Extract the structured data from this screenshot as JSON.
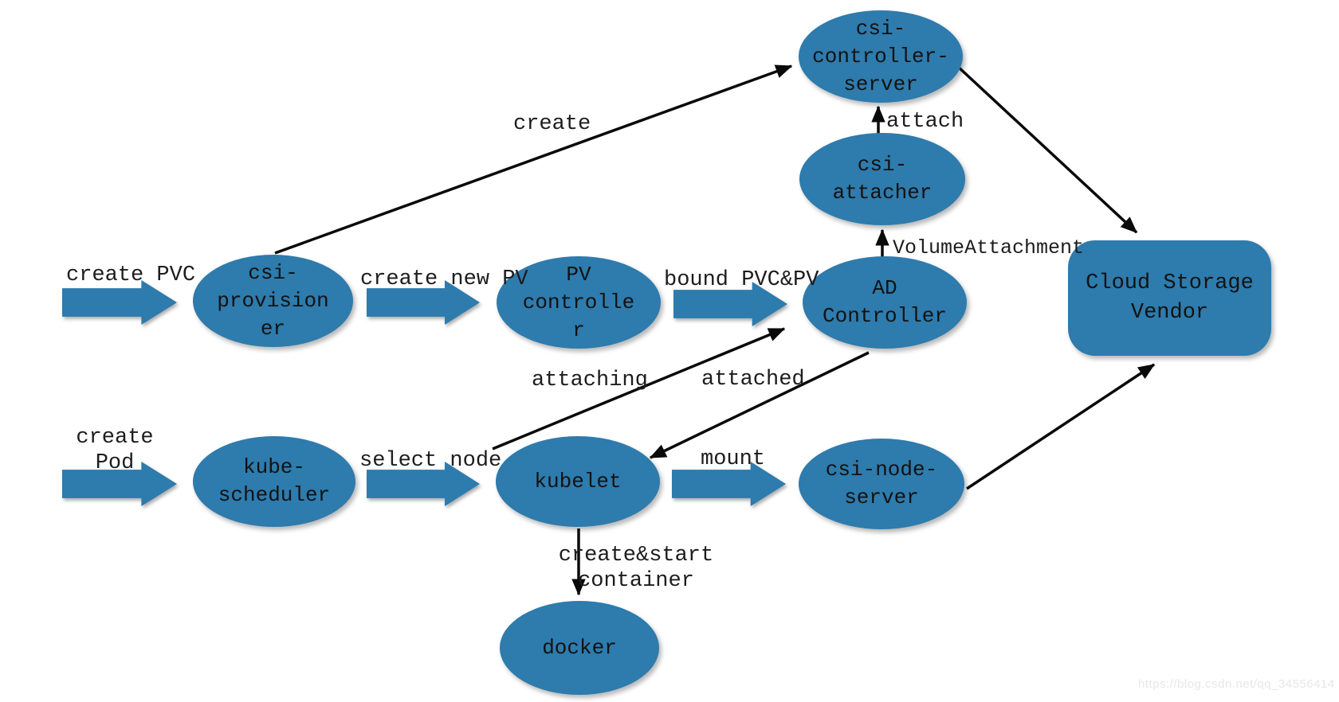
{
  "diagram": {
    "title_hint": "Kubernetes CSI volume provisioning / attach / mount flow",
    "node_fill_color": "#2E7BAD",
    "edge_color": "#0a0a0a",
    "text_color": "#121212"
  },
  "nodes": {
    "csi_controller_server": {
      "lines": [
        "csi-",
        "controller-",
        "server"
      ]
    },
    "csi_attacher": {
      "lines": [
        "csi-",
        "attacher"
      ]
    },
    "csi_provisioner": {
      "lines": [
        "csi-",
        "provision",
        "er"
      ]
    },
    "pv_controller": {
      "lines": [
        "PV",
        "controlle",
        "r"
      ]
    },
    "ad_controller": {
      "lines": [
        "AD",
        "Controller"
      ]
    },
    "kube_scheduler": {
      "lines": [
        "kube-",
        "scheduler"
      ]
    },
    "kubelet": {
      "lines": [
        "kubelet"
      ]
    },
    "csi_node_server": {
      "lines": [
        "csi-node-",
        "server"
      ]
    },
    "docker": {
      "lines": [
        "docker"
      ]
    },
    "cloud_storage_vendor": {
      "lines": [
        "Cloud Storage",
        "Vendor"
      ]
    }
  },
  "labels": {
    "create_pvc": "create PVC",
    "create_new_pv": "create new PV",
    "bound_pvc_pv": "bound PVC&PV",
    "create": "create",
    "attach": "attach",
    "volume_attachment": "VolumeAttachment",
    "attaching": "attaching",
    "attached": "attached",
    "create_pod_line1": "create",
    "create_pod_line2": "Pod",
    "select_node": "select node",
    "mount": "mount",
    "create_start_line1": "create&start",
    "create_start_line2": "container"
  },
  "edges": [
    {
      "from": "csi-provisioner",
      "to": "csi-controller-server",
      "label_key": "create"
    },
    {
      "from": "csi-controller-server",
      "to": "cloud-storage-vendor",
      "label_key": null
    },
    {
      "from": "csi-attacher",
      "to": "csi-controller-server",
      "label_key": "attach"
    },
    {
      "from": "ad-controller",
      "to": "csi-attacher",
      "label_key": "volume_attachment"
    },
    {
      "from": "kubelet",
      "to": "ad-controller",
      "label_key": "attaching"
    },
    {
      "from": "ad-controller",
      "to": "kubelet",
      "label_key": "attached"
    },
    {
      "from": "csi-node-server",
      "to": "cloud-storage-vendor",
      "label_key": null
    },
    {
      "from": "kubelet",
      "to": "docker",
      "label_key": "create_start"
    },
    {
      "from": "user",
      "to": "csi-provisioner",
      "label_key": "create_pvc",
      "style": "block"
    },
    {
      "from": "csi-provisioner",
      "to": "pv-controller",
      "label_key": "create_new_pv",
      "style": "block"
    },
    {
      "from": "pv-controller",
      "to": "ad-controller",
      "label_key": "bound_pvc_pv",
      "style": "block"
    },
    {
      "from": "user",
      "to": "kube-scheduler",
      "label_key": "create_pod",
      "style": "block"
    },
    {
      "from": "kube-scheduler",
      "to": "kubelet",
      "label_key": "select_node",
      "style": "block"
    },
    {
      "from": "kubelet",
      "to": "csi-node-server",
      "label_key": "mount",
      "style": "block"
    }
  ],
  "watermark": {
    "text": "https://blog.csdn.net/qq_34556414"
  }
}
